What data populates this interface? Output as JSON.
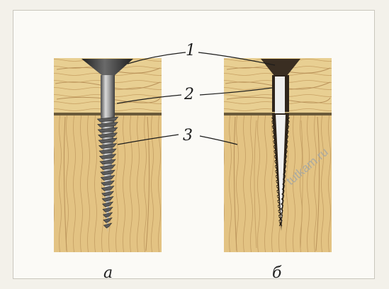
{
  "callouts": {
    "head": "1",
    "shank": "2",
    "thread": "3"
  },
  "panels": {
    "left_letter": "а",
    "right_letter": "б"
  },
  "watermark": "tutkam.ru",
  "colors": {
    "wood_light": "#e8cf92",
    "wood_mid": "#d9b876",
    "wood_grain": "#b9925a",
    "joint_line": "#6b5a3a",
    "metal_dark": "#2f2f2f",
    "metal_mid": "#8c8c8c",
    "metal_light": "#d8d8d8",
    "hole_dark": "#3a2e22"
  }
}
